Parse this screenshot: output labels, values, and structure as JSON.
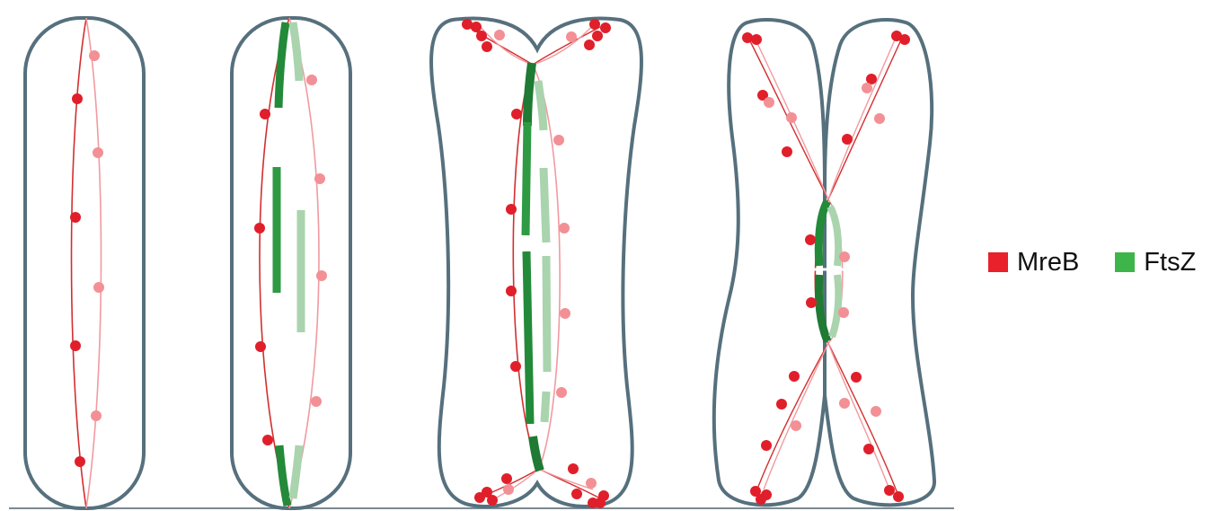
{
  "legend": [
    {
      "label": "MreB",
      "color": "#e8212a"
    },
    {
      "label": "FtsZ",
      "color": "#3db54a"
    }
  ],
  "colors": {
    "outline": "#56707d",
    "mreb_dark": "#e01f2b",
    "mreb_light": "#f29096",
    "mreb_line_dark": "#d32f2f",
    "mreb_line_light": "#f19aa0",
    "ftsz_dark": "#238a3a",
    "ftsz_light": "#a9d4ae",
    "baseline": "#7a8a92"
  },
  "panels": [
    {
      "stage": "rod"
    },
    {
      "stage": "ftsz-assembly"
    },
    {
      "stage": "constriction"
    },
    {
      "stage": "late-division"
    }
  ]
}
